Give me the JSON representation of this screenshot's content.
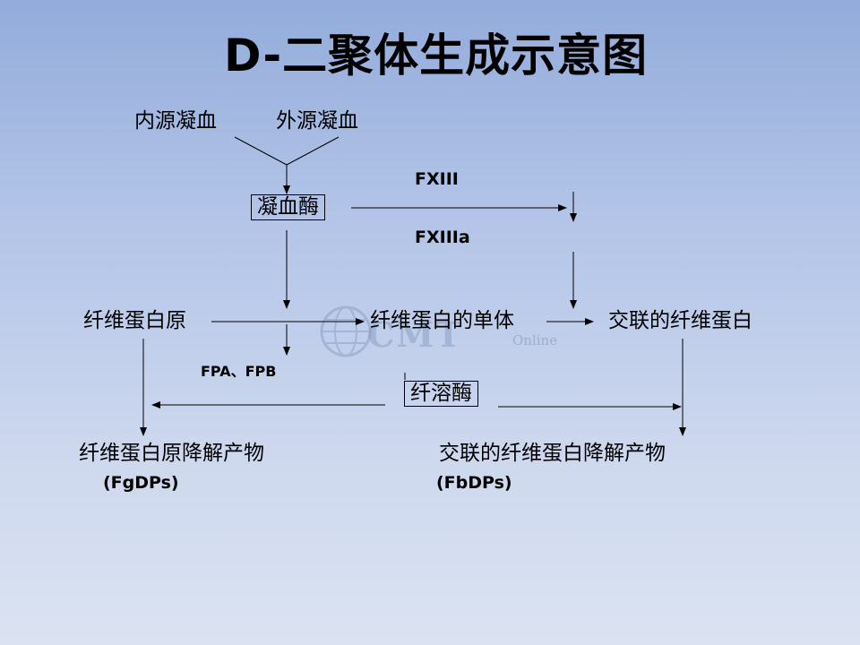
{
  "title": "D-二聚体生成示意图",
  "nodes": {
    "intrinsic": "内源凝血",
    "extrinsic": "外源凝血",
    "thrombin": "凝血酶",
    "fibrinogen": "纤维蛋白原",
    "fibrin_monomer": "纤维蛋白的单体",
    "crosslinked_fibrin": "交联的纤维蛋白",
    "plasmin": "纤溶酶",
    "fgdp": "纤维蛋白原降解产物",
    "fgdp_abbr": "(FgDPs)",
    "fbdp": "交联的纤维蛋白降解产物",
    "fbdp_abbr": "(FbDPs)"
  },
  "labels": {
    "fxiii": "FXIII",
    "fxiiia": "FXIIIa",
    "fpa_fpb": "FPA、FPB"
  },
  "watermark": {
    "text": "CMT",
    "sub": "Online"
  }
}
